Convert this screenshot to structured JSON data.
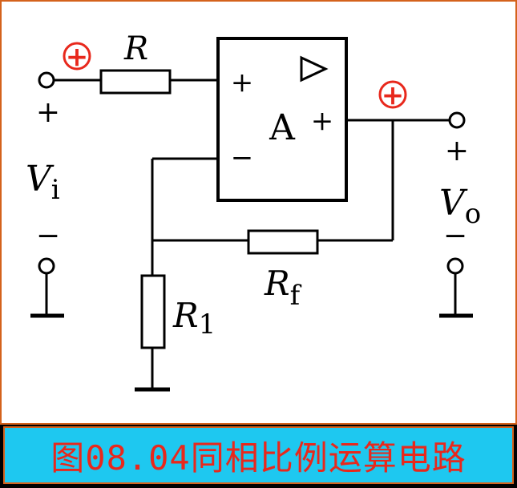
{
  "caption": "图08.04同相比例运算电路",
  "labels": {
    "R": "R",
    "Rf_main": "R",
    "Rf_sub": "f",
    "R1_main": "R",
    "R1_sub": "1",
    "Vi_main": "V",
    "Vi_sub": "i",
    "Vo_main": "V",
    "Vo_sub": "o",
    "amp": "A",
    "amp_in_plus": "+",
    "amp_in_minus": "−",
    "amp_out_plus": "+",
    "in_plus": "+",
    "in_minus": "−",
    "out_plus": "+",
    "out_minus": "−",
    "polarity_in": "+",
    "polarity_out": "+"
  },
  "colors": {
    "wire": "#000000",
    "polarity": "#e8281c",
    "caption_text": "#e8281c",
    "caption_bg": "#1ec8f0",
    "border": "#d4621c"
  }
}
